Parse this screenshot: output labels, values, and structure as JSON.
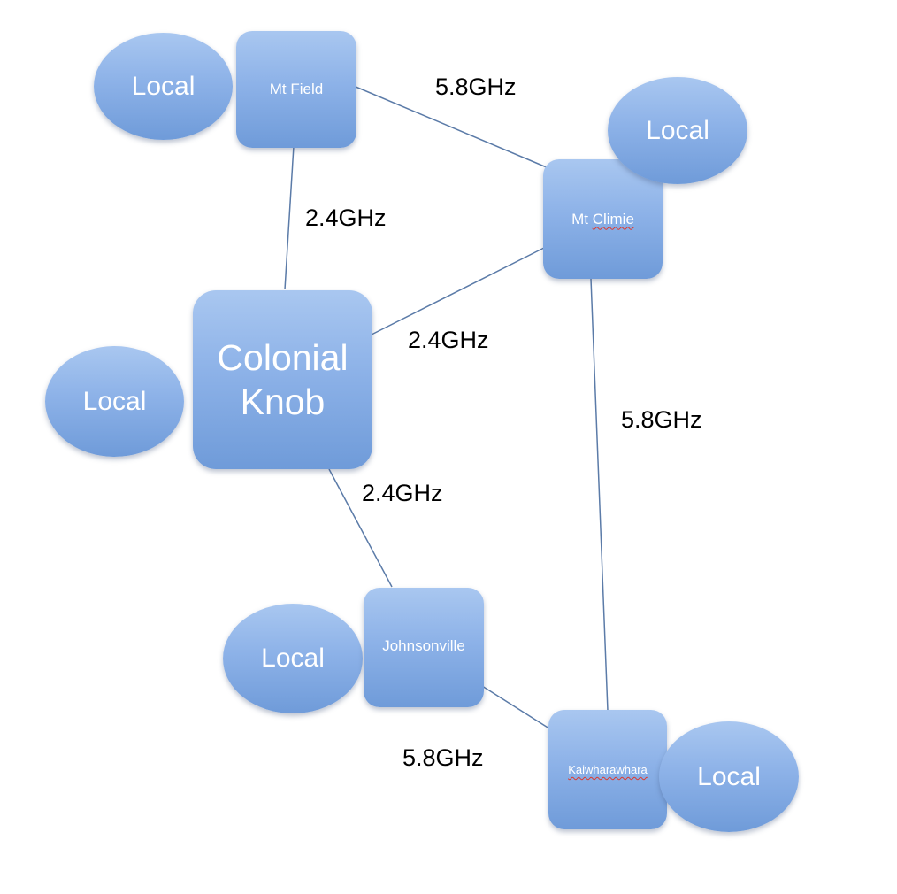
{
  "nodes": {
    "mt_field": "Mt Field",
    "mt_climie": "Mt Climie",
    "colonial_knob_line1": "Colonial",
    "colonial_knob_line2": "Knob",
    "johnsonville": "Johnsonville",
    "kaiwharawhara": "Kaiwharawhara"
  },
  "local_label": "Local",
  "links": {
    "mt_field_mt_climie": "5.8GHz",
    "mt_field_colonial_knob": "2.4GHz",
    "colonial_knob_mt_climie": "2.4GHz",
    "mt_climie_kaiwharawhara": "5.8GHz",
    "colonial_knob_johnsonville": "2.4GHz",
    "johnsonville_kaiwharawhara": "5.8GHz"
  },
  "colors": {
    "node_fill": "#8db2e8",
    "link_line": "#5b7ba8",
    "text_on_node": "#ffffff",
    "misspelling_underline": "#e0382b"
  }
}
